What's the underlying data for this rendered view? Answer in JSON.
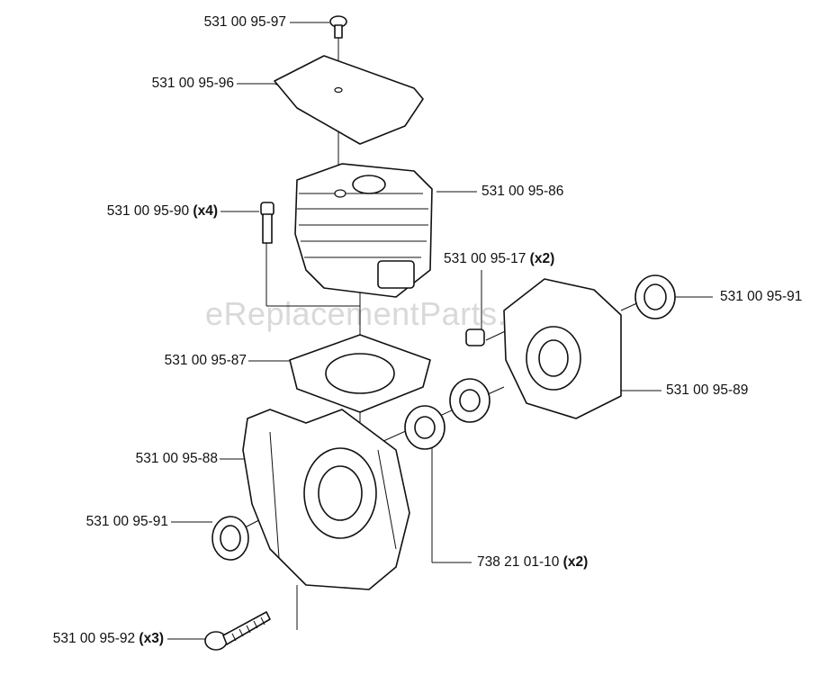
{
  "watermark": "eReplacementParts.com",
  "callouts": [
    {
      "id": "c97",
      "part": "531 00 95-97",
      "qty": ""
    },
    {
      "id": "c96",
      "part": "531 00 95-96",
      "qty": ""
    },
    {
      "id": "c86",
      "part": "531 00 95-86",
      "qty": ""
    },
    {
      "id": "c90",
      "part": "531 00 95-90",
      "qty": "(x4)"
    },
    {
      "id": "c17",
      "part": "531 00 95-17",
      "qty": "(x2)"
    },
    {
      "id": "c91a",
      "part": "531 00 95-91",
      "qty": ""
    },
    {
      "id": "c87",
      "part": "531 00 95-87",
      "qty": ""
    },
    {
      "id": "c89",
      "part": "531 00 95-89",
      "qty": ""
    },
    {
      "id": "c88",
      "part": "531 00 95-88",
      "qty": ""
    },
    {
      "id": "c91b",
      "part": "531 00 95-91",
      "qty": ""
    },
    {
      "id": "c10",
      "part": "738 21 01-10",
      "qty": "(x2)"
    },
    {
      "id": "c92",
      "part": "531 00 95-92",
      "qty": "(x3)"
    }
  ]
}
